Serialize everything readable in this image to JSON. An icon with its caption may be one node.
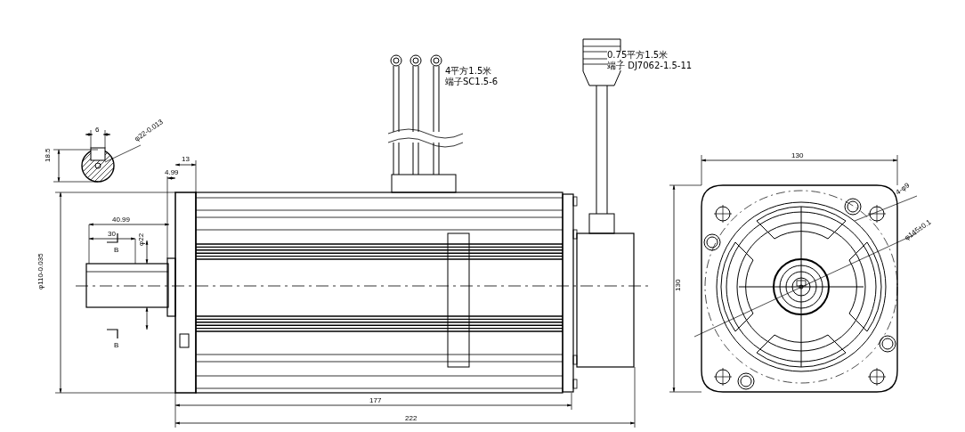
{
  "diagram": {
    "labels": [
      "0.75平方1.5米",
      "端子 DJ7062-1.5-11",
      "4平方1.5米",
      "端子SC1.5-6",
      "6",
      "φ22-0.013",
      "18.5",
      "13",
      "130",
      "4.99",
      "4-φ9",
      "40.99",
      "30",
      "φ145±0.1",
      "B",
      "φ22",
      "φ110-0.035",
      "130",
      "B",
      "177",
      "222"
    ]
  }
}
